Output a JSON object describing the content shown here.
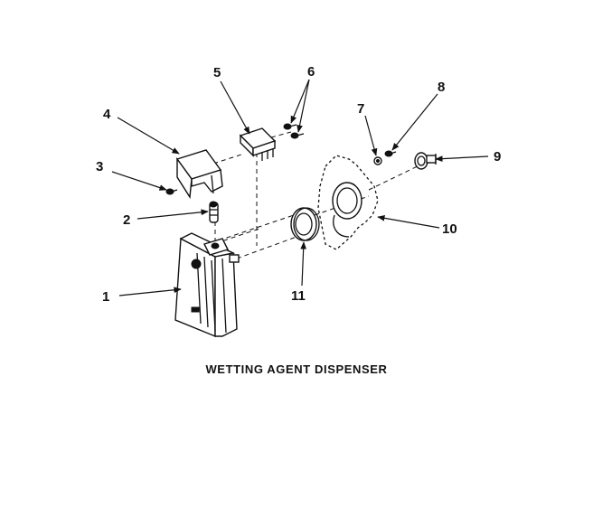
{
  "caption": "WETTING AGENT DISPENSER",
  "callouts": {
    "c1": "1",
    "c2": "2",
    "c3": "3",
    "c4": "4",
    "c5": "5",
    "c6": "6",
    "c7": "7",
    "c8": "8",
    "c9": "9",
    "c10": "10",
    "c11": "11"
  }
}
